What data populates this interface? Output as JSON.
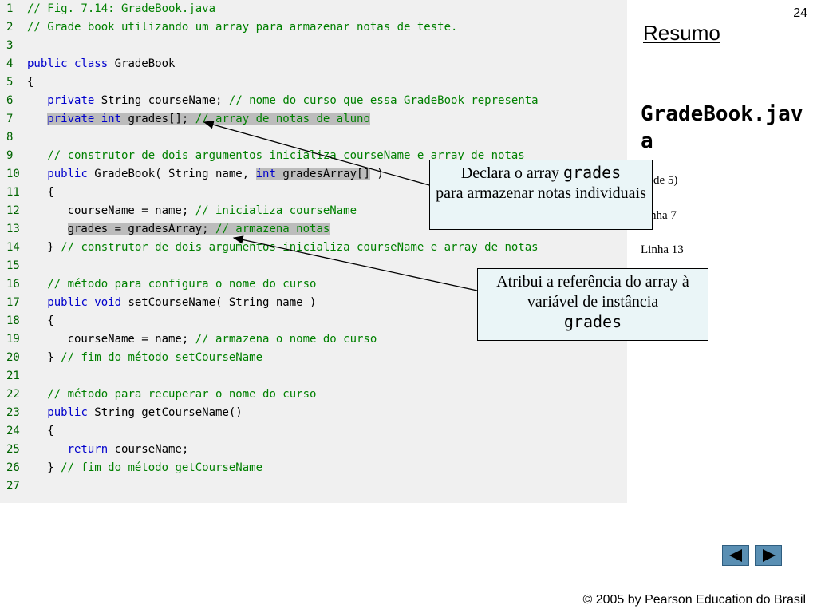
{
  "slide": {
    "number": "24",
    "section_title": "Resumo",
    "file_title": "GradeBook.java",
    "page_fragment": "de 5)",
    "line_ref_a": "nha 7",
    "line_ref_b": "Linha 13",
    "copyright": "© 2005 by Pearson Education do Brasil"
  },
  "callouts": [
    {
      "pre": "Declara o array ",
      "mono": "grades",
      "post": "para armazenar notas individuais"
    },
    {
      "pre": "Atribui a referência do array à variável de instância",
      "mono": "grades",
      "post": ""
    }
  ],
  "code_lines": [
    {
      "n": "1",
      "segs": [
        {
          "t": "// Fig. 7.14: GradeBook.java",
          "c": "cm"
        }
      ]
    },
    {
      "n": "2",
      "segs": [
        {
          "t": "// Grade book utilizando um array para armazenar notas de teste.",
          "c": "cm"
        }
      ]
    },
    {
      "n": "3",
      "segs": []
    },
    {
      "n": "4",
      "segs": [
        {
          "t": "public class",
          "c": "kw"
        },
        {
          "t": " GradeBook",
          "c": "tx"
        }
      ]
    },
    {
      "n": "5",
      "segs": [
        {
          "t": "{",
          "c": "tx"
        }
      ]
    },
    {
      "n": "6",
      "segs": [
        {
          "t": "   ",
          "c": "tx"
        },
        {
          "t": "private",
          "c": "kw"
        },
        {
          "t": " String courseName; ",
          "c": "tx"
        },
        {
          "t": "// nome do curso que essa GradeBook representa",
          "c": "cm"
        }
      ]
    },
    {
      "n": "7",
      "segs": [
        {
          "t": "   ",
          "c": "tx"
        },
        {
          "t": "private int",
          "c": "kw",
          "h": true
        },
        {
          "t": " grades[]; ",
          "c": "tx",
          "h": true
        },
        {
          "t": "// array de notas de aluno",
          "c": "cm",
          "h": true
        }
      ]
    },
    {
      "n": "8",
      "segs": []
    },
    {
      "n": "9",
      "segs": [
        {
          "t": "   ",
          "c": "tx"
        },
        {
          "t": "// construtor de dois argumentos inicializa courseName e array de notas",
          "c": "cm"
        }
      ]
    },
    {
      "n": "10",
      "segs": [
        {
          "t": "   ",
          "c": "tx"
        },
        {
          "t": "public",
          "c": "kw"
        },
        {
          "t": " GradeBook( String name, ",
          "c": "tx"
        },
        {
          "t": "int",
          "c": "kw",
          "h": true
        },
        {
          "t": " gradesArray[]",
          "c": "tx",
          "h": true
        },
        {
          "t": " )",
          "c": "tx"
        }
      ]
    },
    {
      "n": "11",
      "segs": [
        {
          "t": "   {",
          "c": "tx"
        }
      ]
    },
    {
      "n": "12",
      "segs": [
        {
          "t": "      courseName = name; ",
          "c": "tx"
        },
        {
          "t": "// inicializa courseName",
          "c": "cm"
        }
      ]
    },
    {
      "n": "13",
      "segs": [
        {
          "t": "      ",
          "c": "tx"
        },
        {
          "t": "grades = gradesArray; ",
          "c": "tx",
          "h": true
        },
        {
          "t": "// armazena notas",
          "c": "cm",
          "h": true
        }
      ]
    },
    {
      "n": "14",
      "segs": [
        {
          "t": "   } ",
          "c": "tx"
        },
        {
          "t": "// construtor de dois argumentos inicializa courseName e array de notas",
          "c": "cm"
        }
      ]
    },
    {
      "n": "15",
      "segs": []
    },
    {
      "n": "16",
      "segs": [
        {
          "t": "   ",
          "c": "tx"
        },
        {
          "t": "// método para configura o nome do curso",
          "c": "cm"
        }
      ]
    },
    {
      "n": "17",
      "segs": [
        {
          "t": "   ",
          "c": "tx"
        },
        {
          "t": "public void",
          "c": "kw"
        },
        {
          "t": " setCourseName( String name )",
          "c": "tx"
        }
      ]
    },
    {
      "n": "18",
      "segs": [
        {
          "t": "   {",
          "c": "tx"
        }
      ]
    },
    {
      "n": "19",
      "segs": [
        {
          "t": "      courseName = name; ",
          "c": "tx"
        },
        {
          "t": "// armazena o nome do curso",
          "c": "cm"
        }
      ]
    },
    {
      "n": "20",
      "segs": [
        {
          "t": "   } ",
          "c": "tx"
        },
        {
          "t": "// fim do método setCourseName",
          "c": "cm"
        }
      ]
    },
    {
      "n": "21",
      "segs": []
    },
    {
      "n": "22",
      "segs": [
        {
          "t": "   ",
          "c": "tx"
        },
        {
          "t": "// método para recuperar o nome do curso",
          "c": "cm"
        }
      ]
    },
    {
      "n": "23",
      "segs": [
        {
          "t": "   ",
          "c": "tx"
        },
        {
          "t": "public",
          "c": "kw"
        },
        {
          "t": " String getCourseName()",
          "c": "tx"
        }
      ]
    },
    {
      "n": "24",
      "segs": [
        {
          "t": "   {",
          "c": "tx"
        }
      ]
    },
    {
      "n": "25",
      "segs": [
        {
          "t": "      ",
          "c": "tx"
        },
        {
          "t": "return",
          "c": "kw"
        },
        {
          "t": " courseName;",
          "c": "tx"
        }
      ]
    },
    {
      "n": "26",
      "segs": [
        {
          "t": "   } ",
          "c": "tx"
        },
        {
          "t": "// fim do método getCourseName",
          "c": "cm"
        }
      ]
    },
    {
      "n": "27",
      "segs": []
    }
  ],
  "icons": {
    "prev": "triangle-left-icon",
    "next": "triangle-right-icon"
  },
  "colors": {
    "keyword": "#0000cc",
    "comment": "#008000",
    "line_number": "#006400",
    "highlight": "#bcbcbc",
    "callout_bg": "#eaf5f7",
    "nav_button": "#5a8fb3"
  }
}
